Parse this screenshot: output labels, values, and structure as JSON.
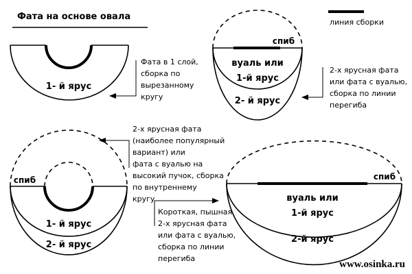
{
  "title": "Фата на основе овала",
  "legend": "линия сборки",
  "fold": "спиб",
  "site": "www.osinka.ru",
  "d1": {
    "tier1": "1- й ярус",
    "note": [
      "Фата в 1 слой,",
      "сборка по",
      "вырезанному",
      "кругу"
    ]
  },
  "d2": {
    "veil": "вуаль или",
    "tier1": "1-й ярус",
    "tier2": "2- й ярус",
    "note": [
      "2-х ярусная фата",
      "или фата с вуалью,",
      "сборка по линии",
      "перегиба"
    ]
  },
  "d3": {
    "tier1": "1- й ярус",
    "tier2": "2- й ярус",
    "note": [
      "2-х ярусная фата",
      "(наиболее популярный",
      "вариант) или",
      "фата с вуалью на",
      "высокий пучок, сборка",
      "по внутреннему",
      "кругу"
    ]
  },
  "d4": {
    "veil": "вуаль или",
    "tier1": "1-й ярус",
    "tier2": "2-й ярус",
    "note": [
      "Короткая, пышная",
      "2-х ярусная фата",
      "или фата с вуалью,",
      "сборка по линии",
      "перегиба"
    ]
  }
}
